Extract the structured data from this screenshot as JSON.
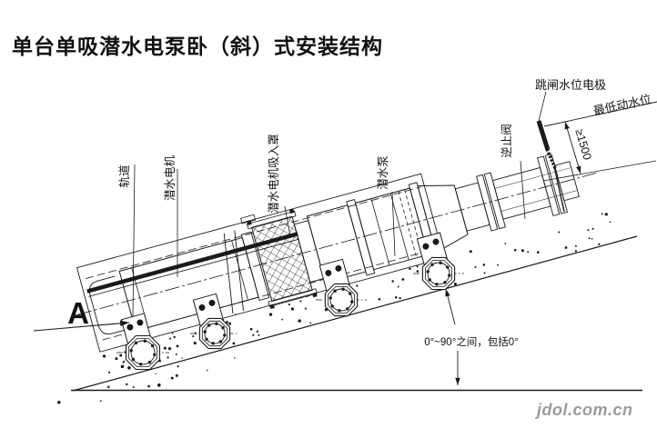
{
  "title": "单台单吸潜水电泵卧（斜）式安装结构",
  "watermark": "jdol.com.cn",
  "view_marker": "A",
  "diagram": {
    "labels": {
      "rail": "轨道",
      "motor": "潜水电机",
      "suction_cover": "潜水电机吸入罩",
      "pump": "潜水泵",
      "check_valve": "逆止阀",
      "trip_electrode": "跳闸水位电极",
      "min_water_level": "最低动水位",
      "min_submergence": "≥1500",
      "angle_note": "0°~90°之间，包括0°"
    },
    "colors": {
      "line": "#1a1a1a",
      "watermark": "#9b9b9b",
      "background": "#ffffff"
    }
  }
}
